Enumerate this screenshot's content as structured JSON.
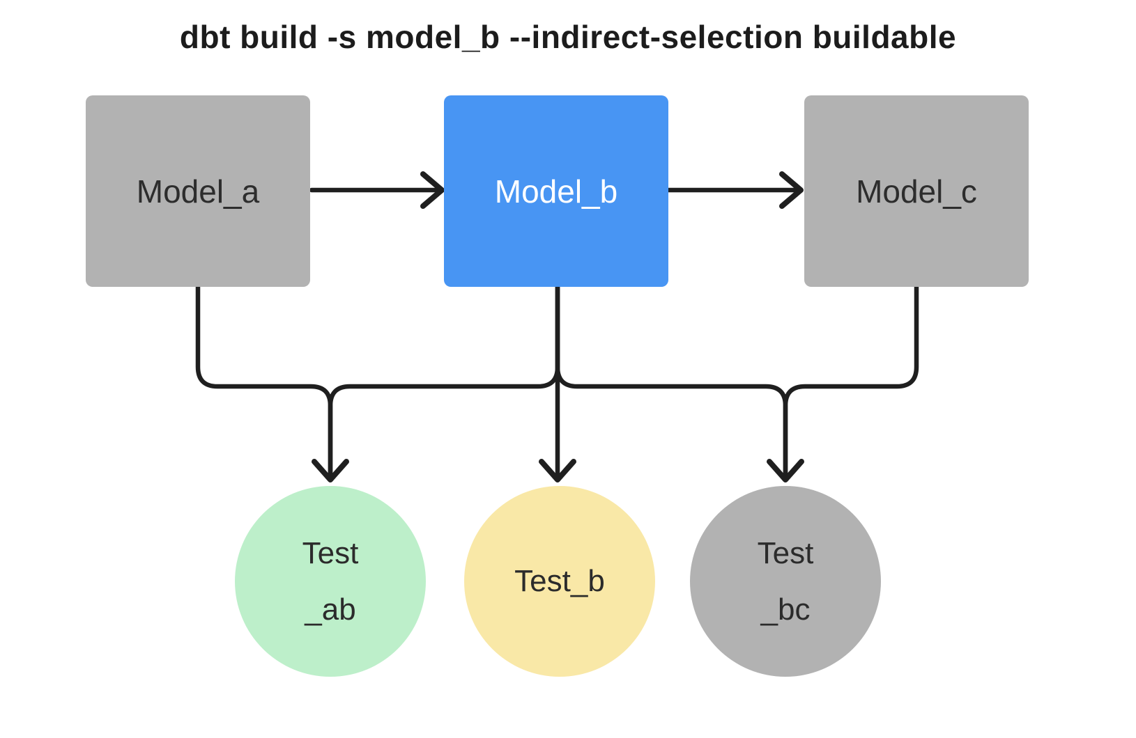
{
  "title": "dbt build -s model_b --indirect-selection buildable",
  "colors": {
    "background": "#FFFFFF",
    "edge": "#1F1F1F",
    "title_text": "#1C1C1C",
    "model_gray": "#B2B2B2",
    "model_selected_blue": "#4895F3",
    "model_label_dark": "#2D2D2D",
    "model_label_light": "#FFFFFF",
    "test_green": "#BDEFCA",
    "test_yellow": "#F9E8A7",
    "test_gray": "#B2B2B2",
    "test_label": "#2B2B2B"
  },
  "models": [
    {
      "id": "model_a",
      "label": "Model_a",
      "fill": "#B2B2B2",
      "text_color": "#2D2D2D",
      "selected": false
    },
    {
      "id": "model_b",
      "label": "Model_b",
      "fill": "#4895F3",
      "text_color": "#FFFFFF",
      "selected": true
    },
    {
      "id": "model_c",
      "label": "Model_c",
      "fill": "#B2B2B2",
      "text_color": "#2D2D2D",
      "selected": false
    }
  ],
  "tests": [
    {
      "id": "test_ab",
      "label": "Test\n_ab",
      "fill": "#BDEFCA",
      "text_color": "#2B2B2B"
    },
    {
      "id": "test_b",
      "label": "Test_b",
      "fill": "#F9E8A7",
      "text_color": "#2B2B2B"
    },
    {
      "id": "test_bc",
      "label": "Test\n_bc",
      "fill": "#B2B2B2",
      "text_color": "#2B2B2B"
    }
  ],
  "edges": [
    {
      "from": "model_a",
      "to": "model_b"
    },
    {
      "from": "model_b",
      "to": "model_c"
    },
    {
      "from": "model_a",
      "to": "test_ab"
    },
    {
      "from": "model_b",
      "to": "test_ab"
    },
    {
      "from": "model_b",
      "to": "test_b"
    },
    {
      "from": "model_b",
      "to": "test_bc"
    },
    {
      "from": "model_c",
      "to": "test_bc"
    }
  ]
}
